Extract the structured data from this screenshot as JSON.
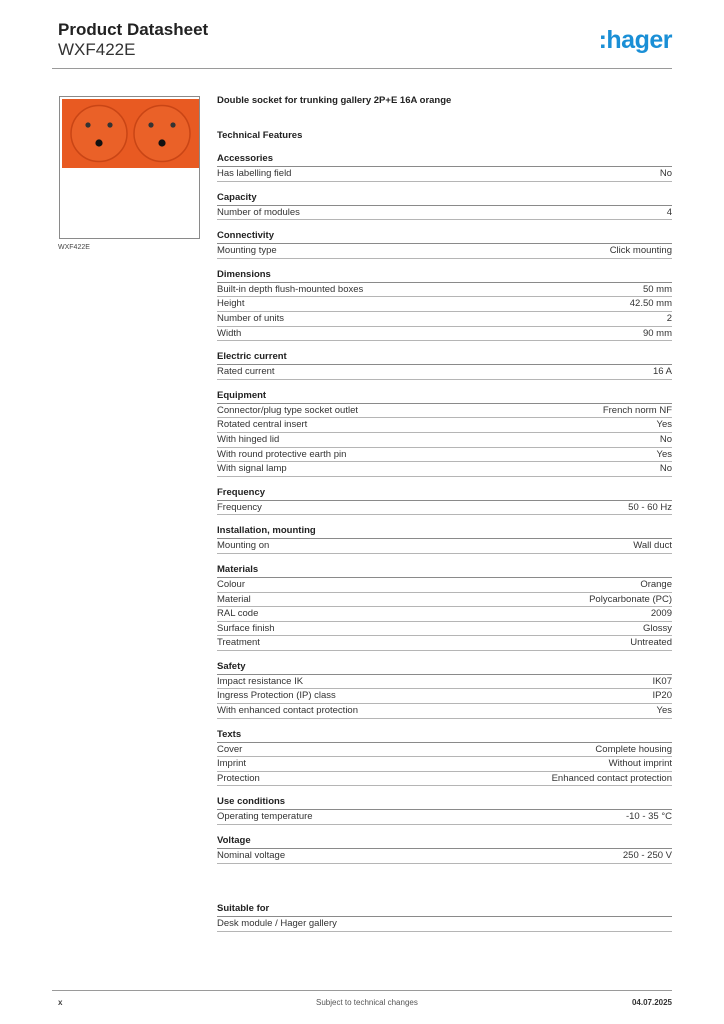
{
  "header": {
    "title": "Product Datasheet",
    "subtitle": "WXF422E"
  },
  "logo": {
    "colon": ":",
    "text": "hager",
    "color": "#1a8fd6"
  },
  "product_image": {
    "caption": "WXF422E",
    "socket_color": "#e85a22"
  },
  "product_title": "Double socket for trunking gallery 2P+E 16A orange",
  "features_heading": "Technical Features",
  "sections": [
    {
      "title": "Accessories",
      "rows": [
        {
          "label": "Has labelling field",
          "value": "No"
        }
      ]
    },
    {
      "title": "Capacity",
      "rows": [
        {
          "label": "Number of modules",
          "value": "4"
        }
      ]
    },
    {
      "title": "Connectivity",
      "rows": [
        {
          "label": "Mounting type",
          "value": "Click mounting"
        }
      ]
    },
    {
      "title": "Dimensions",
      "rows": [
        {
          "label": "Built-in depth flush-mounted boxes",
          "value": "50 mm"
        },
        {
          "label": "Height",
          "value": "42.50 mm"
        },
        {
          "label": "Number of units",
          "value": "2"
        },
        {
          "label": "Width",
          "value": "90 mm"
        }
      ]
    },
    {
      "title": "Electric current",
      "rows": [
        {
          "label": "Rated current",
          "value": "16 A"
        }
      ]
    },
    {
      "title": "Equipment",
      "rows": [
        {
          "label": "Connector/plug type socket outlet",
          "value": "French norm NF"
        },
        {
          "label": "Rotated central insert",
          "value": "Yes"
        },
        {
          "label": "With hinged lid",
          "value": "No"
        },
        {
          "label": "With round protective earth pin",
          "value": "Yes"
        },
        {
          "label": "With signal lamp",
          "value": "No"
        }
      ]
    },
    {
      "title": "Frequency",
      "rows": [
        {
          "label": "Frequency",
          "value": "50 - 60 Hz"
        }
      ]
    },
    {
      "title": "Installation, mounting",
      "rows": [
        {
          "label": "Mounting on",
          "value": "Wall duct"
        }
      ]
    },
    {
      "title": "Materials",
      "rows": [
        {
          "label": "Colour",
          "value": "Orange"
        },
        {
          "label": "Material",
          "value": "Polycarbonate (PC)"
        },
        {
          "label": "RAL code",
          "value": "2009"
        },
        {
          "label": "Surface finish",
          "value": "Glossy"
        },
        {
          "label": "Treatment",
          "value": "Untreated"
        }
      ]
    },
    {
      "title": "Safety",
      "rows": [
        {
          "label": "Impact resistance IK",
          "value": "IK07"
        },
        {
          "label": "Ingress Protection (IP) class",
          "value": "IP20"
        },
        {
          "label": "With enhanced contact protection",
          "value": "Yes"
        }
      ]
    },
    {
      "title": "Texts",
      "rows": [
        {
          "label": "Cover",
          "value": "Complete housing"
        },
        {
          "label": "Imprint",
          "value": "Without imprint"
        },
        {
          "label": "Protection",
          "value": "Enhanced contact protection"
        }
      ]
    },
    {
      "title": "Use conditions",
      "rows": [
        {
          "label": "Operating temperature",
          "value": "-10 - 35 °C"
        }
      ]
    },
    {
      "title": "Voltage",
      "rows": [
        {
          "label": "Nominal voltage",
          "value": "250 - 250 V"
        }
      ]
    }
  ],
  "suitable": {
    "title": "Suitable for",
    "value": "Desk module / Hager gallery"
  },
  "footer": {
    "left": "x",
    "center": "Subject to technical changes",
    "right": "04.07.2025"
  }
}
